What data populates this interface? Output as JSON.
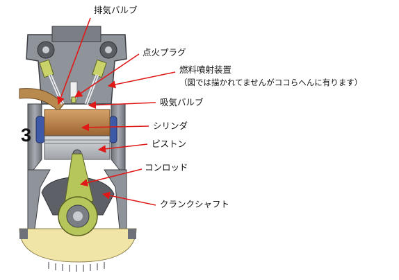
{
  "diagram": {
    "stage_number": "3",
    "labels": {
      "exhaust_valve": "排気バルブ",
      "spark_plug": "点火プラグ",
      "fuel_injector": "燃料噴射装置",
      "fuel_injector_note": "（図では描かれてませんがココらへんに有ります）",
      "intake_valve": "吸気バルブ",
      "cylinder": "シリンダ",
      "piston": "ピストン",
      "connecting_rod": "コンロッド",
      "crankshaft": "クランクシャフト"
    },
    "colors": {
      "arrow": "#e01818",
      "engine_block": "#8f939a",
      "engine_dark": "#4f5359",
      "combustion_chamber": "#c08854",
      "rod": "#b6c65a",
      "crankcase": "#f0e4a6",
      "intake_port": "#b88a4e"
    }
  }
}
